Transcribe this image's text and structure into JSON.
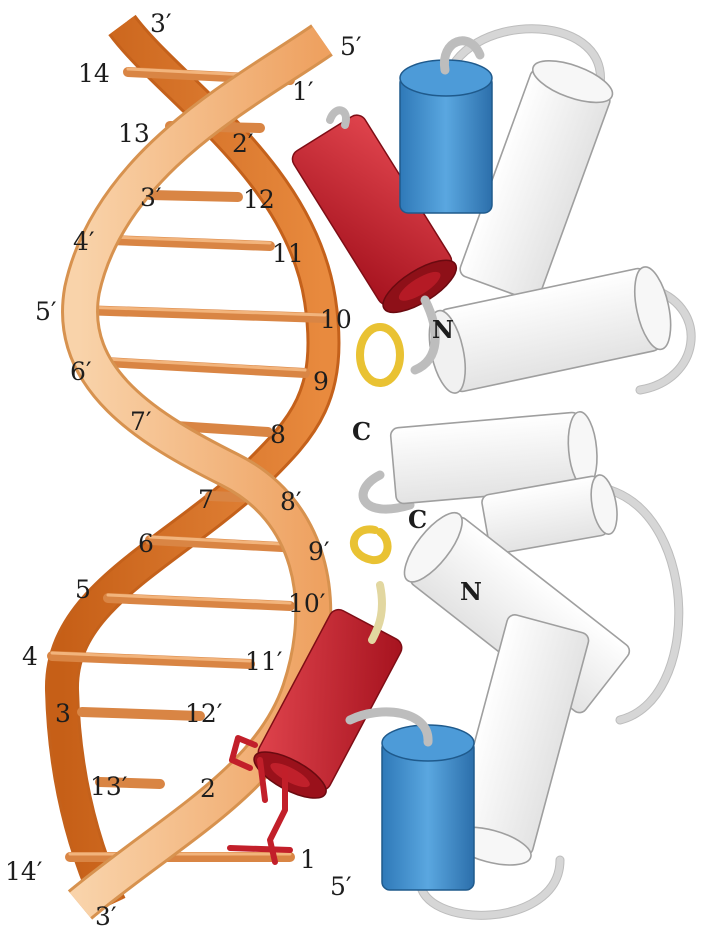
{
  "strand_ends": {
    "top_left": "3′",
    "top_right": "5′",
    "bottom_left": "3′",
    "bottom_right": "5′"
  },
  "base_labels": {
    "n14": "14",
    "n13": "13",
    "n12": "12",
    "n11": "11",
    "n10": "10",
    "n9": "9",
    "n8": "8",
    "n7": "7",
    "n6": "6",
    "n5": "5",
    "n4": "4",
    "n3": "3",
    "n2": "2",
    "n1": "1",
    "p1": "1′",
    "p2": "2′",
    "p3": "3′",
    "p4": "4′",
    "p5": "5′",
    "p6": "6′",
    "p7": "7′",
    "p8": "8′",
    "p9": "9′",
    "p10": "10′",
    "p11": "11′",
    "p12": "12′",
    "p13": "13′",
    "p14": "14′"
  },
  "terminus_labels": {
    "upper_n": "N",
    "upper_c": "C",
    "lower_c": "C",
    "lower_n": "N"
  },
  "colors": {
    "dna_light": "#f6c08a",
    "dna_mid": "#eea160",
    "dna_dark": "#d26a1e",
    "recognition_helix": "#c81e2c",
    "helix_blue": "#3d8fd0",
    "turn_yellow": "#e9c233",
    "helix_white": "#f4f4f4",
    "outline": "#9b9b9b"
  }
}
